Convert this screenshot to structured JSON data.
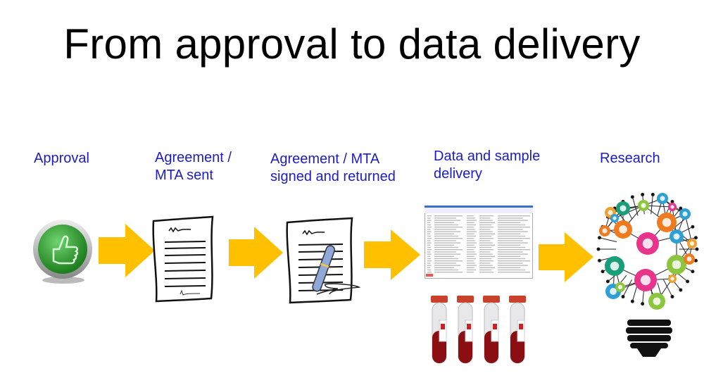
{
  "title": "From approval to data delivery",
  "steps": [
    {
      "label": "Approval",
      "icon": "thumbs-up-icon"
    },
    {
      "label": "Agreement /\nMTA sent",
      "icon": "document-icon"
    },
    {
      "label": "Agreement / MTA\nsigned and returned",
      "icon": "signed-document-icon"
    },
    {
      "label": "Data and sample\ndelivery",
      "icon": "spreadsheet-and-blood-tubes-icon"
    },
    {
      "label": "Research",
      "icon": "lightbulb-icon"
    }
  ],
  "colors": {
    "label": "#1c1cc4",
    "arrow": "#ffc000",
    "approval": "#2e9e2e",
    "blood": "#8b0f12"
  }
}
